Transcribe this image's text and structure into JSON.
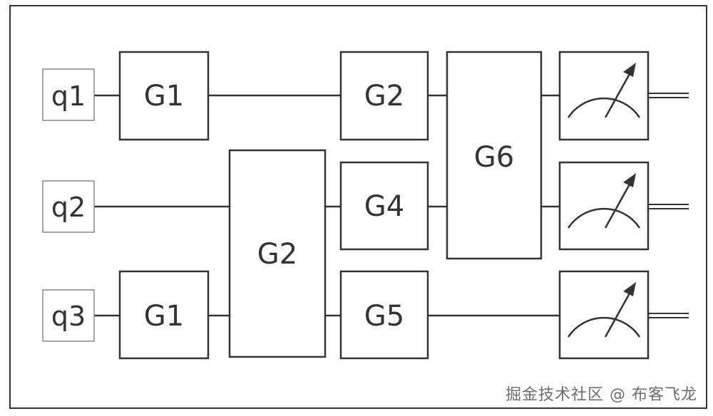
{
  "qubits": [
    {
      "id": "q1",
      "label": "q1"
    },
    {
      "id": "q2",
      "label": "q2"
    },
    {
      "id": "q3",
      "label": "q3"
    }
  ],
  "gates": [
    {
      "id": "g1-q1",
      "label": "G1",
      "qubits": [
        "q1"
      ]
    },
    {
      "id": "g2-q1",
      "label": "G2",
      "qubits": [
        "q1"
      ]
    },
    {
      "id": "g2-q2q3",
      "label": "G2",
      "qubits": [
        "q2",
        "q3"
      ]
    },
    {
      "id": "g1-q3",
      "label": "G1",
      "qubits": [
        "q3"
      ]
    },
    {
      "id": "g4-q2",
      "label": "G4",
      "qubits": [
        "q2"
      ]
    },
    {
      "id": "g5-q3",
      "label": "G5",
      "qubits": [
        "q3"
      ]
    },
    {
      "id": "g6-q1q2",
      "label": "G6",
      "qubits": [
        "q1",
        "q2"
      ]
    }
  ],
  "measurements": [
    {
      "qubit": "q1",
      "icon": "meter-icon"
    },
    {
      "qubit": "q2",
      "icon": "meter-icon"
    },
    {
      "qubit": "q3",
      "icon": "meter-icon"
    }
  ],
  "watermark": "掘金技术社区 @ 布客飞龙",
  "colors": {
    "line": "#333333",
    "box_fill": "#ffffff",
    "background": "#ffffff"
  }
}
